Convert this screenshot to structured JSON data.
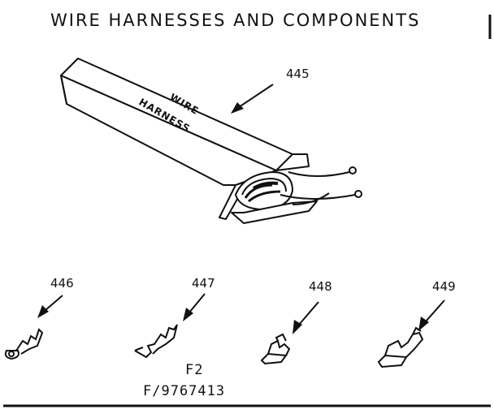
{
  "title": "WIRE HARNESSES AND COMPONENTS",
  "box_print": {
    "line1": "WIRE",
    "line2": "HARNESS"
  },
  "parts": [
    {
      "number": "445",
      "name": "wire-harness"
    },
    {
      "number": "446",
      "name": "terminal-ring"
    },
    {
      "number": "447",
      "name": "terminal-hook"
    },
    {
      "number": "448",
      "name": "terminal-flat-1"
    },
    {
      "number": "449",
      "name": "terminal-flat-2"
    }
  ],
  "figure_code": "F2",
  "catalog_code": "F/9767413"
}
